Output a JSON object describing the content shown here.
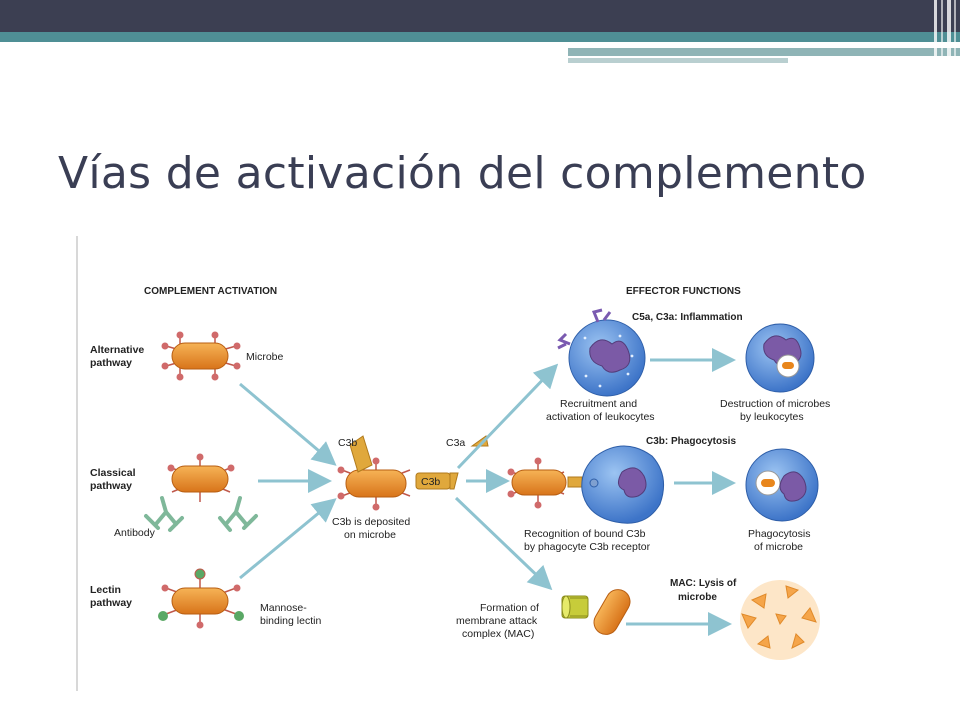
{
  "slide": {
    "title": "Vías de activación del complemento"
  },
  "diagram": {
    "left_header": "COMPLEMENT ACTIVATION",
    "right_header": "EFFECTOR FUNCTIONS",
    "pathways": [
      {
        "name_line1": "Alternative",
        "name_line2": "pathway",
        "note_line1": "Microbe",
        "note_line2": ""
      },
      {
        "name_line1": "Classical",
        "name_line2": "pathway",
        "note_line1": "Antibody",
        "note_line2": ""
      },
      {
        "name_line1": "Lectin",
        "name_line2": "pathway",
        "note_line1": "Mannose-",
        "note_line2": "binding lectin"
      }
    ],
    "center": {
      "c3b_tag": "C3b",
      "c3b_label": "C3b",
      "c3a_label": "C3a",
      "caption_line1": "C3b is deposited",
      "caption_line2": "on microbe"
    },
    "effectors": {
      "inflammation": {
        "title": "C5a, C3a: Inflammation",
        "left_caption_line1": "Recruitment and",
        "left_caption_line2": "activation of leukocytes",
        "right_caption_line1": "Destruction of microbes",
        "right_caption_line2": "by leukocytes"
      },
      "phagocytosis": {
        "title": "C3b: Phagocytosis",
        "left_caption_line1": "Recognition of bound C3b",
        "left_caption_line2": "by phagocyte C3b receptor",
        "right_caption_line1": "Phagocytosis",
        "right_caption_line2": "of microbe"
      },
      "mac": {
        "title_line1": "MAC: Lysis of",
        "title_line2": "microbe",
        "left_caption_line1": "Formation of",
        "left_caption_line2": "membrane attack",
        "left_caption_line3": "complex (MAC)"
      }
    }
  },
  "colors": {
    "microbe": "#e8861c",
    "arrow": "#8ec3d0",
    "cell": "#4a86d8",
    "nucleus": "#7b5aa6",
    "c3b": "#e0a83c",
    "header_bar": "#3c3f52",
    "teal": "#4f8f95"
  }
}
